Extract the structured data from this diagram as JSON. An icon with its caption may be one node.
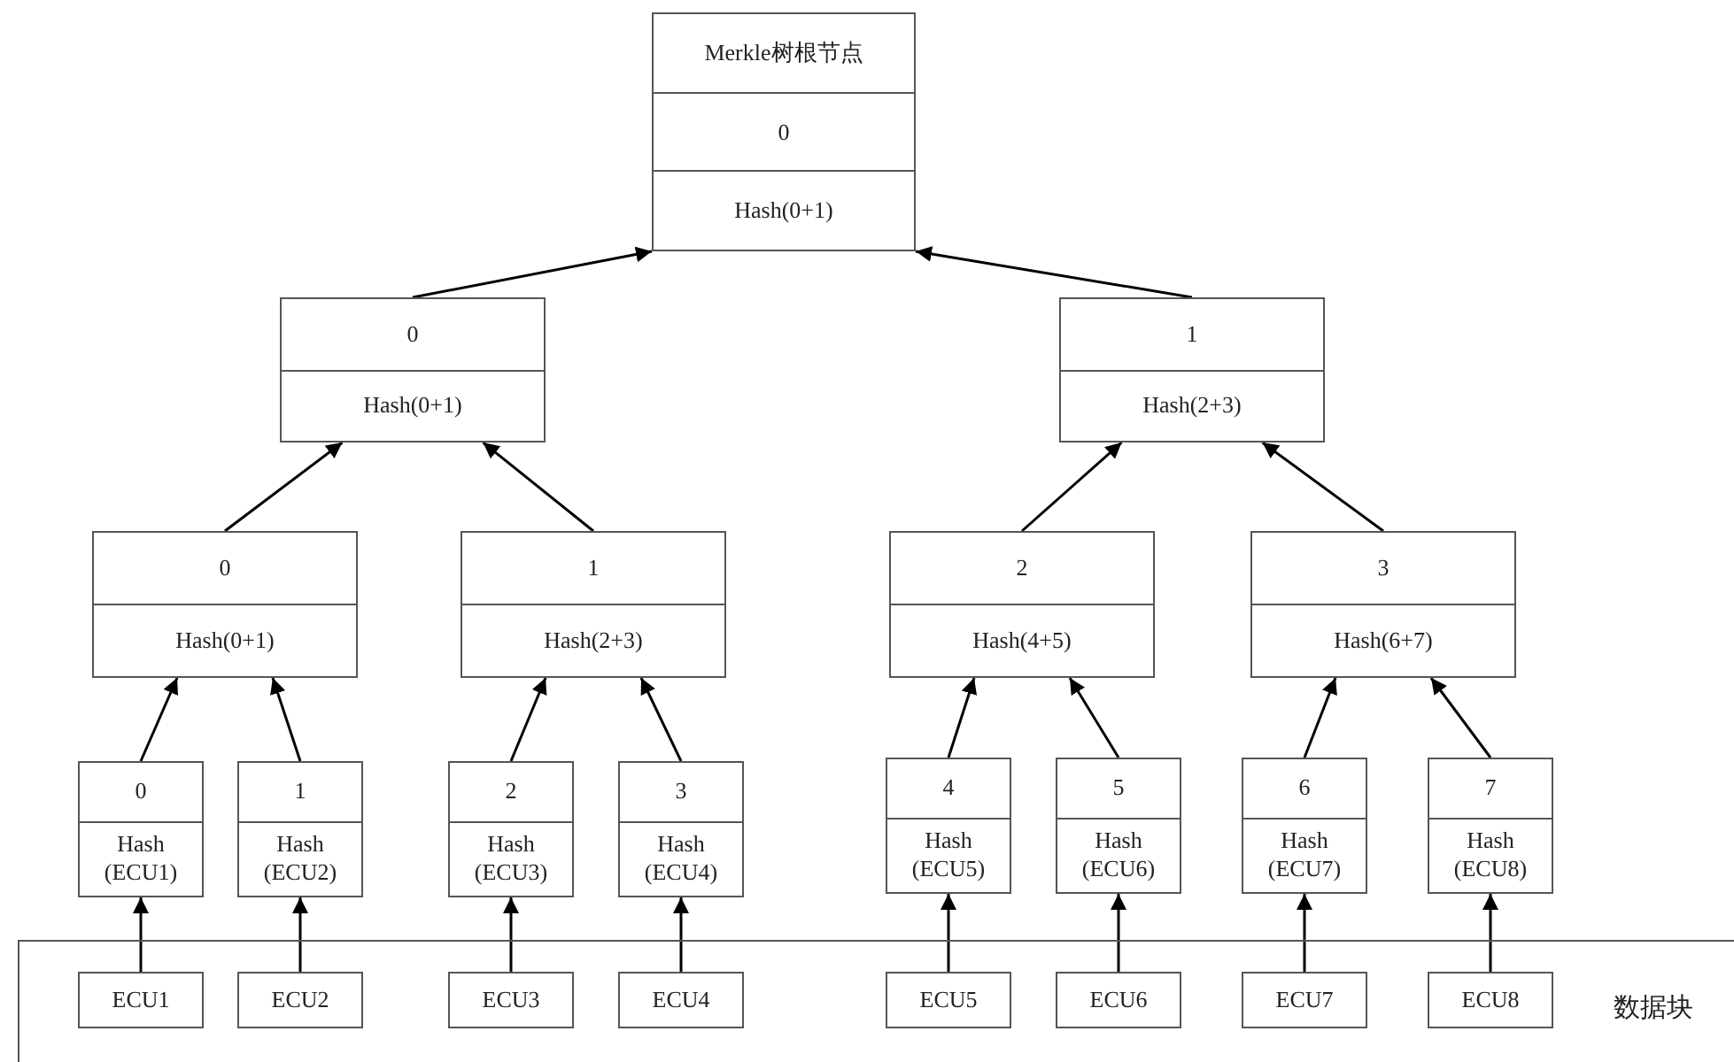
{
  "diagram": {
    "nodes": [
      {
        "text": [
          "Merkle树根节点",
          "0",
          "Hash(0+1)"
        ]
      },
      {
        "text": [
          "0",
          "Hash(0+1)"
        ]
      },
      {
        "text": [
          "1",
          "Hash(2+3)"
        ]
      },
      {
        "text": [
          "0",
          "Hash(0+1)"
        ]
      },
      {
        "text": [
          "1",
          "Hash(2+3)"
        ]
      },
      {
        "text": [
          "2",
          "Hash(4+5)"
        ]
      },
      {
        "text": [
          "3",
          "Hash(6+7)"
        ]
      },
      {
        "text": [
          "0",
          "Hash (ECU1)"
        ]
      },
      {
        "text": [
          "1",
          "Hash (ECU2)"
        ]
      },
      {
        "text": [
          "2",
          "Hash (ECU3)"
        ]
      },
      {
        "text": [
          "3",
          "Hash (ECU4)"
        ]
      },
      {
        "text": [
          "4",
          "Hash (ECU5)"
        ]
      },
      {
        "text": [
          "5",
          "Hash (ECU6)"
        ]
      },
      {
        "text": [
          "6",
          "Hash (ECU7)"
        ]
      },
      {
        "text": [
          "7",
          "Hash (ECU8)"
        ]
      },
      {
        "text": [
          "数据块"
        ]
      },
      {
        "text": [
          "ECU1"
        ],
        "in": 15
      },
      {
        "text": [
          "ECU2"
        ],
        "in": 15
      },
      {
        "text": [
          "ECU3"
        ],
        "in": 15
      },
      {
        "text": [
          "ECU4"
        ],
        "in": 15
      },
      {
        "text": [
          "ECU5"
        ],
        "in": 15
      },
      {
        "text": [
          "ECU6"
        ],
        "in": 15
      },
      {
        "text": [
          "ECU7"
        ],
        "in": 15
      },
      {
        "text": [
          "ECU8"
        ],
        "in": 15
      }
    ],
    "edges": [
      {
        "from": 1,
        "to": 0,
        "arrow": "to"
      },
      {
        "from": 2,
        "to": 0,
        "arrow": "to"
      },
      {
        "from": 3,
        "to": 1,
        "arrow": "to"
      },
      {
        "from": 4,
        "to": 1,
        "arrow": "to"
      },
      {
        "from": 5,
        "to": 2,
        "arrow": "to"
      },
      {
        "from": 6,
        "to": 2,
        "arrow": "to"
      },
      {
        "from": 7,
        "to": 3,
        "arrow": "to"
      },
      {
        "from": 8,
        "to": 3,
        "arrow": "to"
      },
      {
        "from": 9,
        "to": 4,
        "arrow": "to"
      },
      {
        "from": 10,
        "to": 4,
        "arrow": "to"
      },
      {
        "from": 11,
        "to": 5,
        "arrow": "to"
      },
      {
        "from": 12,
        "to": 5,
        "arrow": "to"
      },
      {
        "from": 13,
        "to": 6,
        "arrow": "to"
      },
      {
        "from": 14,
        "to": 6,
        "arrow": "to"
      },
      {
        "from": 16,
        "to": 7,
        "arrow": "to"
      },
      {
        "from": 17,
        "to": 8,
        "arrow": "to"
      },
      {
        "from": 18,
        "to": 9,
        "arrow": "to"
      },
      {
        "from": 19,
        "to": 10,
        "arrow": "to"
      },
      {
        "from": 20,
        "to": 11,
        "arrow": "to"
      },
      {
        "from": 21,
        "to": 12,
        "arrow": "to"
      },
      {
        "from": 22,
        "to": 13,
        "arrow": "to"
      },
      {
        "from": 23,
        "to": 14,
        "arrow": "to"
      }
    ]
  }
}
